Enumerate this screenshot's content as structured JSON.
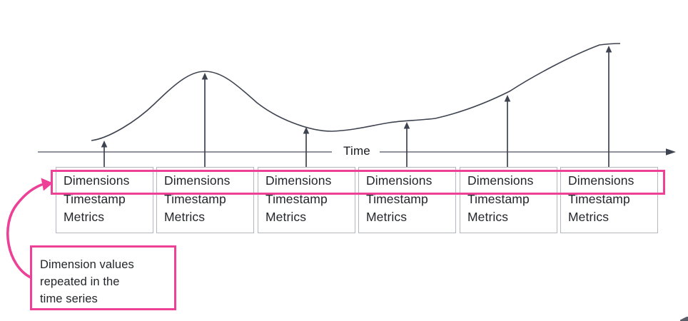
{
  "colors": {
    "accent": "#ec4196",
    "curve": "#3e4350",
    "axis": "#6a6e79",
    "box_border": "#b4b7bf",
    "text": "#24262b",
    "background": "#ffffff"
  },
  "axis": {
    "label": "Time"
  },
  "record_boxes": [
    {
      "dimensions": "Dimensions",
      "timestamp": "Timestamp",
      "metrics": "Metrics"
    },
    {
      "dimensions": "Dimensions",
      "timestamp": "Timestamp",
      "metrics": "Metrics"
    },
    {
      "dimensions": "Dimensions",
      "timestamp": "Timestamp",
      "metrics": "Metrics"
    },
    {
      "dimensions": "Dimensions",
      "timestamp": "Timestamp",
      "metrics": "Metrics"
    },
    {
      "dimensions": "Dimensions",
      "timestamp": "Timestamp",
      "metrics": "Metrics"
    },
    {
      "dimensions": "Dimensions",
      "timestamp": "Timestamp",
      "metrics": "Metrics"
    }
  ],
  "callout": {
    "lines": [
      "Dimension values",
      "repeated in the",
      "time series"
    ]
  },
  "icons": {
    "axis_arrowhead": "triangle-right",
    "data_point_arrowhead": "triangle-up",
    "callout_arrowhead": "triangle-right"
  }
}
